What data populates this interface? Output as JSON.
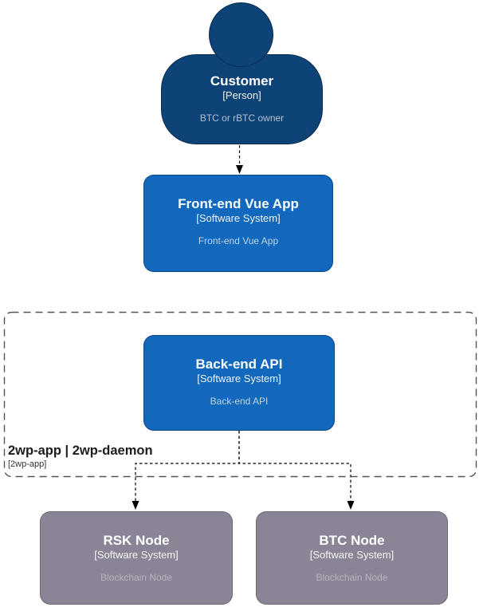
{
  "diagram_type": "c4-system-context",
  "boundary": {
    "title": "2wp-app | 2wp-daemon",
    "subtitle": "[2wp-app]"
  },
  "nodes": {
    "customer": {
      "title": "Customer",
      "subtitle": "[Person]",
      "description": "BTC or rBTC owner",
      "shape": "person"
    },
    "frontend": {
      "title": "Front-end Vue App",
      "subtitle": "[Software System]",
      "description": "Front-end Vue App",
      "shape": "rounded-box"
    },
    "backend": {
      "title": "Back-end API",
      "subtitle": "[Software System]",
      "description": "Back-end API",
      "shape": "rounded-box"
    },
    "rsk": {
      "title": "RSK Node",
      "subtitle": "[Software System]",
      "description": "Blockchain Node",
      "shape": "rounded-box"
    },
    "btc": {
      "title": "BTC Node",
      "subtitle": "[Software System]",
      "description": "Blockchain Node",
      "shape": "rounded-box"
    }
  },
  "edges": [
    {
      "from": "customer",
      "to": "frontend",
      "style": "dashed-arrow"
    },
    {
      "from": "backend",
      "to": "rsk",
      "style": "dashed-arrow"
    },
    {
      "from": "backend",
      "to": "btc",
      "style": "dashed-arrow"
    }
  ],
  "colors": {
    "person_fill": "#0d4377",
    "system_fill": "#1168bd",
    "external_fill": "#8b8496",
    "edge_line": "#000000",
    "boundary_line": "#545454",
    "background": "#ffffff"
  }
}
